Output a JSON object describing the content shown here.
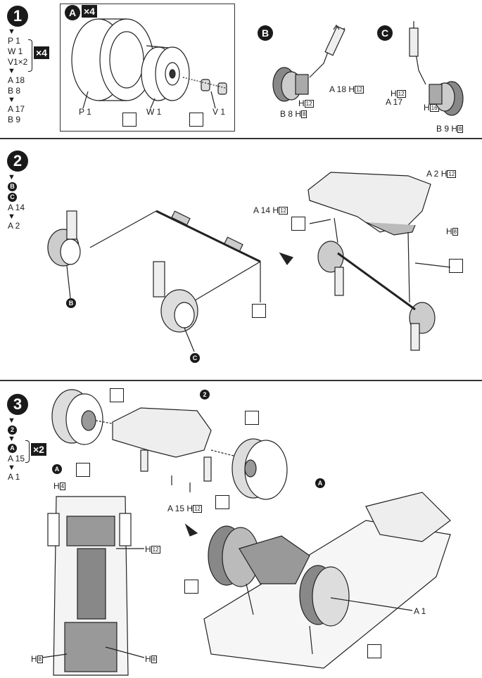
{
  "steps": [
    {
      "number": "1",
      "parts_order": [
        "P 1",
        "W 1",
        "V1×2"
      ],
      "parts_multiplier": "×4",
      "after_order": [
        "A 18",
        "B 8",
        "A 17",
        "B 9"
      ]
    },
    {
      "number": "2",
      "parts_order": [
        "B",
        "C",
        "A 14",
        "A 2"
      ]
    },
    {
      "number": "3",
      "parts_order": [
        "2"
      ],
      "group_order": [
        "A",
        "A 15"
      ],
      "group_multiplier": "×2",
      "final_order": [
        "A 1"
      ]
    }
  ],
  "step1": {
    "subassembly_a": "A",
    "subassembly_a_multiplier": "×4",
    "subassembly_b": "B",
    "subassembly_c": "C",
    "labels": {
      "p1": "P 1",
      "w1": "W 1",
      "v1": "V 1",
      "a18": "A 18",
      "h12_b": "H",
      "h12_b_box": "12",
      "b8": "B 8",
      "h8_b": "H",
      "h8_b_box": "8",
      "h12_b2": "H",
      "h12_b2_box": "12",
      "a17": "A 17",
      "h12_c": "H",
      "h12_c_box": "12",
      "h16_c": "H",
      "h16_c_box": "16",
      "b9": "B 9",
      "h8_c": "H",
      "h8_c_box": "8"
    }
  },
  "step2": {
    "labels": {
      "a14": "A 14",
      "a14_h": "H",
      "a14_h_box": "12",
      "a2": "A 2",
      "a2_h": "H",
      "a2_h_box": "12",
      "h8": "H",
      "h8_box": "8",
      "b": "B",
      "c": "C"
    }
  },
  "step3": {
    "labels": {
      "two": "2",
      "a_left": "A",
      "a_right": "A",
      "h4": "H",
      "h4_box": "4",
      "a15": "A 15",
      "a15_h": "H",
      "a15_h_box": "12",
      "h12": "H",
      "h12_box": "12",
      "h8_left": "H",
      "h8_left_box": "8",
      "h8_right": "H",
      "h8_right_box": "8",
      "a1": "A 1"
    }
  }
}
